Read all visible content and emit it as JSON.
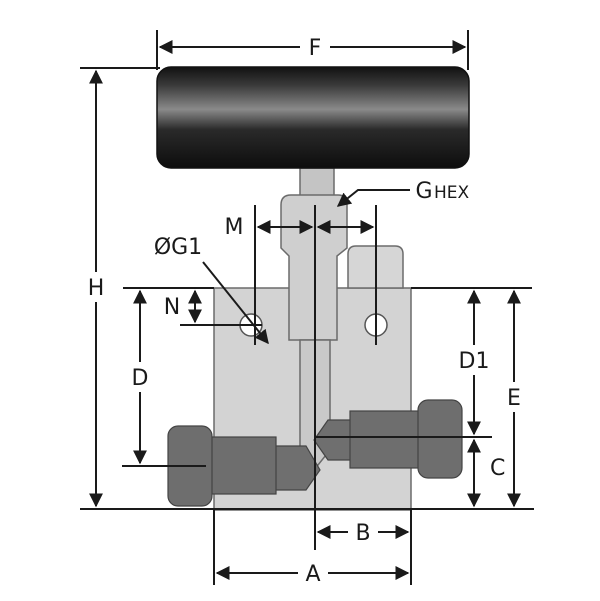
{
  "diagram": {
    "labels": {
      "F": "F",
      "H": "H",
      "G": "G",
      "G_hex_suffix": "HEX",
      "M": "M",
      "G1": "ØG1",
      "N": "N",
      "D": "D",
      "D1": "D1",
      "E": "E",
      "C": "C",
      "B": "B",
      "A": "A"
    },
    "colors": {
      "handle_dark": "#1e1e1e",
      "handle_light": "#7a7a7a",
      "body": "#d3d3d3",
      "stem": "#c8c8c8",
      "port_fitting": "#6e6e6e",
      "lines": "#1a1a1a"
    }
  }
}
